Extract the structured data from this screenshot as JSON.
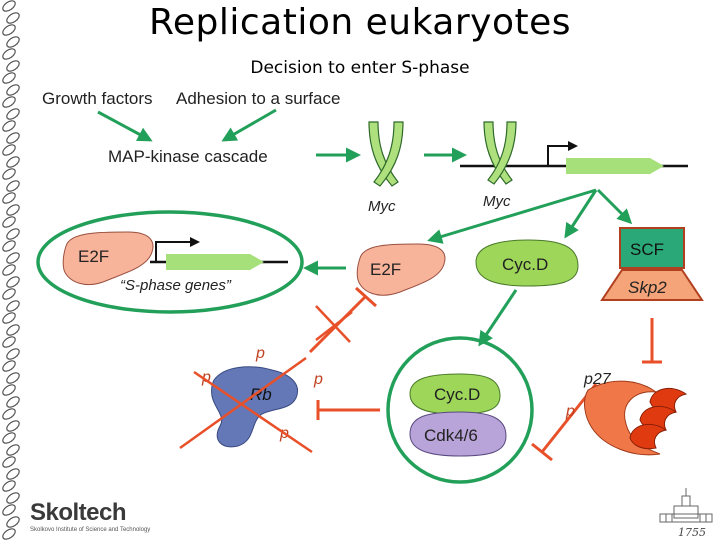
{
  "slide": {
    "title": "Replication eukaryotes",
    "subtitle": "Decision to enter S-phase"
  },
  "diagram": {
    "growth_factors": "Growth factors",
    "adhesion": "Adhesion to a surface",
    "map_kinase": "MAP-kinase cascade",
    "myc_1": "Myc",
    "myc_2": "Myc",
    "e2f_left": "E2F",
    "s_phase_genes": "“S-phase genes”",
    "e2f_mid": "E2F",
    "cycd_top": "Cyc.D",
    "scf": "SCF",
    "skp2": "Skp2",
    "rb": "Rb",
    "p_top": "p",
    "p_left": "p",
    "p_right": "p",
    "p_bottom": "p",
    "cycd_complex": "Cyc.D",
    "cdk46": "Cdk4/6",
    "p27": "p27",
    "p27_p": "p"
  },
  "logos": {
    "skoltech": "Skoltech",
    "skoltech_sub": "Skolkovo Institute of Science and Technology",
    "year": "1755"
  },
  "colors": {
    "arrow_green": "#22a05a",
    "inhibit_red": "#e8502a",
    "e2f_fill": "#f8b49a",
    "cycd_fill": "#9ed65a",
    "cdk_fill": "#b8a4d8",
    "rb_fill": "#6478b8",
    "scf_fill": "#2aa878",
    "skp2_fill": "#f4a478",
    "gene_fill": "#a6e07a"
  }
}
